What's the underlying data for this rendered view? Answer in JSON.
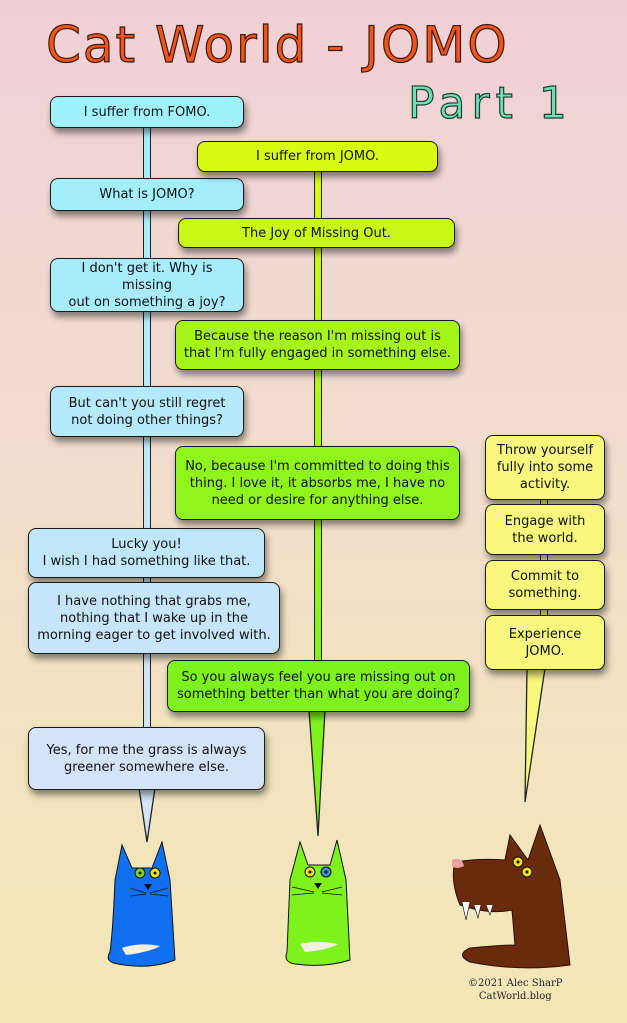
{
  "title": "Cat World - JOMO",
  "subtitle": "Part 1",
  "left_cat": {
    "bubbles": [
      "I suffer from FOMO.",
      "What is JOMO?",
      "I don't get it. Why is missing\nout on something a joy?",
      "But can't you still regret\nnot doing other things?",
      "Lucky you!\nI wish I had something like that.",
      "I have nothing that grabs me,\nnothing that I wake up in the\nmorning eager to get involved with.",
      "Yes, for me the grass is always\ngreener somewhere else."
    ]
  },
  "middle_cat": {
    "bubbles": [
      "I suffer from JOMO.",
      "The Joy of Missing Out.",
      "Because the reason I'm missing out is\nthat I'm fully engaged in something else.",
      "No, because I'm committed to doing this\nthing. I love it, it absorbs me, I have no\nneed or desire for anything else.",
      "So you always feel you are missing out on\nsomething better than what you are doing?"
    ]
  },
  "dog": {
    "bubbles": [
      "Throw yourself\nfully into some\nactivity.",
      "Engage with\nthe world.",
      "Commit to\nsomething.",
      "Experience\nJOMO."
    ]
  },
  "credit": {
    "copyright": "©2021 Alec SharP",
    "site": "CatWorld.blog"
  },
  "colors": {
    "left_top": "#9ff1fc",
    "left_bottom": "#d3e3f8",
    "middle_top": "#d8fb14",
    "middle_bottom": "#7ef21d",
    "dog_bubble": "#f8f67c",
    "blue_cat": "#1070f0",
    "green_cat": "#7ef21d",
    "dog": "#6a2a0c"
  }
}
